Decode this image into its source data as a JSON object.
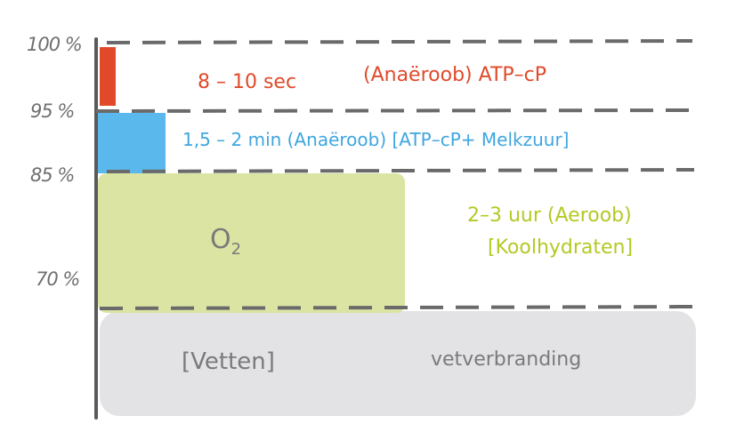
{
  "axis": {
    "ticks": [
      "100 %",
      "95 %",
      "85 %",
      "70 %"
    ]
  },
  "zones": {
    "red": {
      "duration": "8 – 10 sec",
      "system": "(Anaëroob) ATP–cP",
      "color": "#e04a2b"
    },
    "blue": {
      "label": "1,5 – 2 min (Anaëroob) [ATP–cP+ Melkzuur]",
      "color": "#3ea6e0",
      "block_color": "#5ab8ec"
    },
    "green": {
      "block_label": "O",
      "block_label_sub": "2",
      "duration": "2–3 uur (Aeroob)",
      "fuel": "[Koolhydraten]",
      "color": "#b5c925",
      "block_color": "#dbe4a2"
    },
    "gray": {
      "fuel": "[Vetten]",
      "process": "vetverbranding",
      "color": "#7a7a7a",
      "block_color": "#e3e3e5"
    }
  },
  "colors": {
    "axis": "#5a5a5a",
    "dashes": "#6a6a6a"
  }
}
